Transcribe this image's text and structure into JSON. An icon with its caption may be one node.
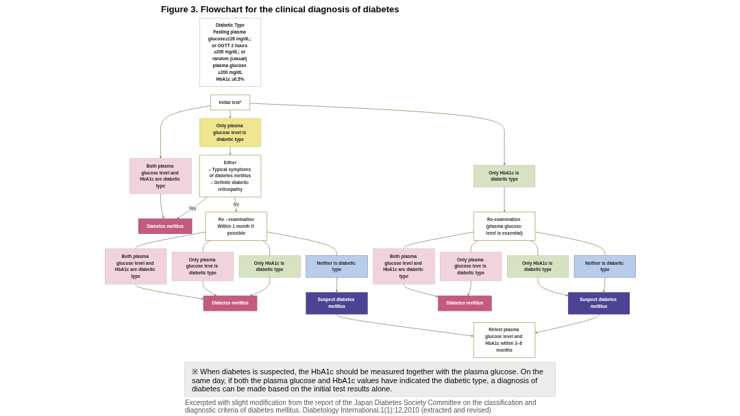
{
  "diagram": {
    "title": "Figure 3.  Flowchart for the clinical diagnosis of diabetes",
    "caption": "Excerpted with slight modification from the report of the Japan Diabetes Society Committee on the classification and diagnostic criteria of diabetes mellitus. Diabetology International.1(1):12,2010 (extracted and revised)",
    "nodes": [
      {
        "text": [
          "Diabetic Type",
          "Fasting plasma glucose≥126 mg/dL; or OGTT 2 hours ≥200 mg/dL; or random (casual) plasma glucose ≥200 mg/dL",
          "HbA1c ≥6.5%"
        ]
      },
      {
        "text": [
          "Initial test*"
        ]
      },
      {
        "text": [
          "Both plasma glucose level and HbA1c are diabetic type"
        ]
      },
      {
        "text": [
          "Only plasma glucose level is diabetic type"
        ]
      },
      {
        "text": [
          "Only HbA1c is diabetic type"
        ]
      },
      {
        "text": [
          "Either",
          "– Typical symptoms of diabetes mellitus",
          "– Definite diabetic retinopathy"
        ]
      },
      {
        "text": [
          "Diabetes mellitus"
        ]
      },
      {
        "text": [
          "Re - examination",
          "Within 1 month if possible"
        ]
      },
      {
        "text": [
          "Re-examination (plasma glucose level is essential)"
        ]
      },
      {
        "text": [
          "Both plasma glucose level and HbA1c are diabetic type"
        ]
      },
      {
        "text": [
          "Only plasma glucose leve is diabetic type"
        ]
      },
      {
        "text": [
          "Only HbA1c is diabetic type"
        ]
      },
      {
        "text": [
          "Neither is diabetic type"
        ]
      },
      {
        "text": [
          "Both plasma glucose level and HbA1c are diabetic type"
        ]
      },
      {
        "text": [
          "Only plasma glucose leve is diabetic type"
        ]
      },
      {
        "text": [
          "Only HbA1c is diabetic type"
        ]
      },
      {
        "text": [
          "Neither is diabetic type"
        ]
      },
      {
        "text": [
          "Diabetes mellitus"
        ]
      },
      {
        "text": [
          "Suspect diabetes mellitus"
        ]
      },
      {
        "text": [
          "Diabetes mellitus"
        ]
      },
      {
        "text": [
          "Suspect diabetes mellitus"
        ]
      },
      {
        "text": [
          "Retest plasma glucose level and HbA1c within 3–6 months"
        ]
      }
    ],
    "edges": [
      {
        "from": 1,
        "to": 2,
        "arrow": "to"
      },
      {
        "from": 1,
        "to": 3,
        "arrow": "to"
      },
      {
        "from": 1,
        "to": 4,
        "arrow": "to"
      },
      {
        "from": 2,
        "to": 6,
        "arrow": "to"
      },
      {
        "from": 3,
        "to": 5,
        "arrow": "to"
      },
      {
        "from": 5,
        "to": 6,
        "arrow": "to",
        "label": "Yes"
      },
      {
        "from": 5,
        "to": 7,
        "arrow": "to",
        "label": "No"
      },
      {
        "from": 4,
        "to": 8,
        "arrow": "to"
      },
      {
        "from": 7,
        "to": 9,
        "arrow": "none"
      },
      {
        "from": 7,
        "to": 10,
        "arrow": "none"
      },
      {
        "from": 7,
        "to": 11,
        "arrow": "none"
      },
      {
        "from": 7,
        "to": 12,
        "arrow": "none"
      },
      {
        "from": 8,
        "to": 13,
        "arrow": "none"
      },
      {
        "from": 8,
        "to": 14,
        "arrow": "none"
      },
      {
        "from": 8,
        "to": 15,
        "arrow": "none"
      },
      {
        "from": 8,
        "to": 16,
        "arrow": "none"
      },
      {
        "from": 9,
        "to": 17,
        "arrow": "to"
      },
      {
        "from": 10,
        "to": 17,
        "arrow": "to"
      },
      {
        "from": 11,
        "to": 17,
        "arrow": "to"
      },
      {
        "from": 12,
        "to": 18,
        "arrow": "to"
      },
      {
        "from": 13,
        "to": 19,
        "arrow": "to"
      },
      {
        "from": 14,
        "to": 19,
        "arrow": "to"
      },
      {
        "from": 15,
        "to": 20,
        "arrow": "to"
      },
      {
        "from": 16,
        "to": 20,
        "arrow": "to"
      },
      {
        "from": 18,
        "to": 21,
        "arrow": "to"
      },
      {
        "from": 20,
        "to": 21,
        "arrow": "to"
      }
    ],
    "labels": [
      "※ When diabetes is suspected, the HbA1c should be measured together with the plasma glucose. On the same day, if both the plasma glucose and HbA1c values have indicated the diabetic type, a diagnosis of diabetes can be made based on the initial test results alone."
    ]
  }
}
